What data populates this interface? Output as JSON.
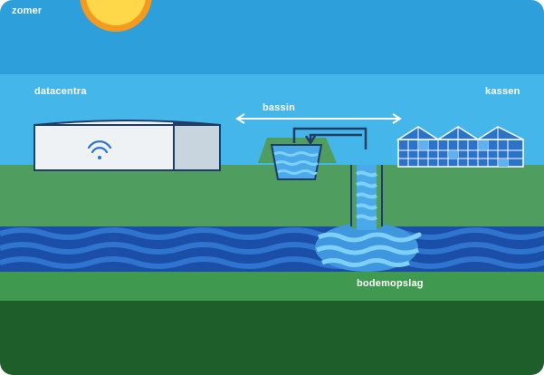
{
  "labels": {
    "season": "zomer",
    "datacenter": "datacentra",
    "basin": "bassin",
    "greenhouses": "kassen",
    "aquifer": "bodemopslag"
  },
  "colors": {
    "sky_top": "#2d9fda",
    "sky_band": "#45b6ea",
    "sun": "#ffd84a",
    "sun_ring": "#f39a1f",
    "ground": "#4f9d5f",
    "ground_dark": "#2e7d44",
    "ground_bottom": "#1d5e2a",
    "water_dark": "#1b4ea6",
    "water_light": "#2f74cf",
    "water_plume": "#55b8ef",
    "pipe": "#1f3d67",
    "building": "#eef2f5",
    "greenhouse": "#2a73c9"
  },
  "icons": {
    "sun": "sun-icon",
    "wifi": "wifi-icon",
    "datacenter": "datacenter-building-icon",
    "greenhouse": "greenhouse-icon"
  }
}
